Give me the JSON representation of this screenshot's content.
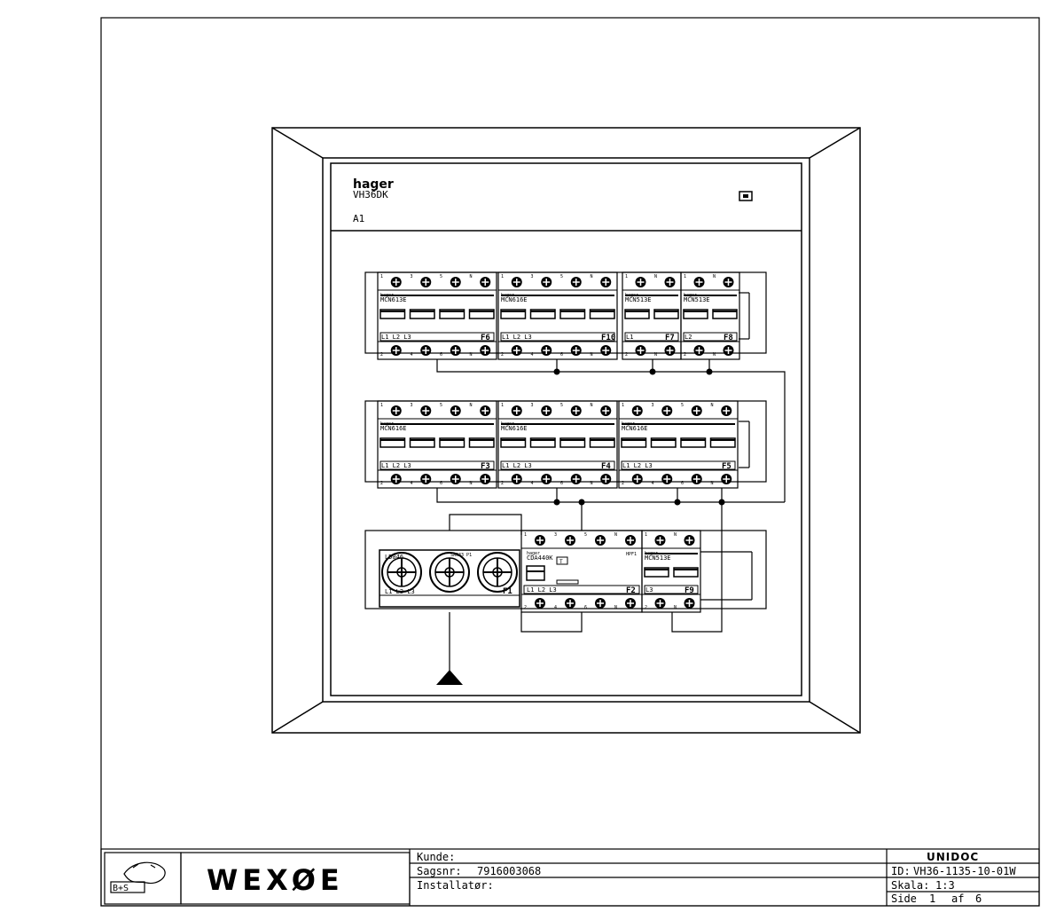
{
  "enclosure": {
    "brand": "hager",
    "model": "VH36DK",
    "position": "A1"
  },
  "rows": [
    [
      {
        "id": "F6",
        "brand": "hager",
        "model": "MCN613E",
        "phases": "L1 L2 L3",
        "terminals_top": [
          "1",
          "3",
          "5",
          "N"
        ],
        "terminals_bottom": [
          "2",
          "4",
          "6",
          "N"
        ]
      },
      {
        "id": "F10",
        "brand": "hager",
        "model": "MCN616E",
        "phases": "L1 L2 L3",
        "terminals_top": [
          "1",
          "3",
          "5",
          "N"
        ],
        "terminals_bottom": [
          "2",
          "4",
          "6",
          "N"
        ]
      },
      {
        "id": "F7",
        "brand": "hager",
        "model": "MCN513E",
        "phases": "L1",
        "terminals_top": [
          "1",
          "N"
        ],
        "terminals_bottom": [
          "2",
          "N"
        ]
      },
      {
        "id": "F8",
        "brand": "hager",
        "model": "MCN513E",
        "phases": "L2",
        "terminals_top": [
          "1",
          "N"
        ],
        "terminals_bottom": [
          "2",
          "N"
        ]
      }
    ],
    [
      {
        "id": "F3",
        "brand": "hager",
        "model": "MCN616E",
        "phases": "L1 L2 L3",
        "terminals_top": [
          "1",
          "3",
          "5",
          "N"
        ],
        "terminals_bottom": [
          "2",
          "4",
          "6",
          "N"
        ]
      },
      {
        "id": "F4",
        "brand": "hager",
        "model": "MCN616E",
        "phases": "L1 L2 L3",
        "terminals_top": [
          "1",
          "3",
          "5",
          "N"
        ],
        "terminals_bottom": [
          "2",
          "4",
          "6",
          "N"
        ]
      },
      {
        "id": "F5",
        "brand": "hager",
        "model": "MCN616E",
        "phases": "L1 L2 L3",
        "terminals_top": [
          "1",
          "3",
          "5",
          "N"
        ],
        "terminals_bottom": [
          "2",
          "4",
          "6",
          "N"
        ]
      }
    ]
  ],
  "bottom_row": {
    "main_switch": {
      "id": "F1",
      "model": "LD046",
      "tag": "SA633 P1",
      "phases": "L1 L2 L3"
    },
    "rcd": {
      "id": "F2",
      "brand": "hager",
      "model": "CDA440K",
      "tag": "HPF1",
      "test_key": "T",
      "phases": "L1 L2 L3",
      "terminals_top": [
        "1",
        "3",
        "5",
        "N"
      ],
      "terminals_bottom": [
        "2",
        "4",
        "6",
        "N"
      ]
    },
    "mcb": {
      "id": "F9",
      "brand": "hager",
      "model": "MCN513E",
      "phases": "L3",
      "terminals_top": [
        "1",
        "N"
      ],
      "terminals_bottom": [
        "2",
        "N"
      ]
    }
  },
  "title_block": {
    "company": "WEXØE",
    "logo_text": "B+S",
    "kunde_label": "Kunde:",
    "kunde_value": "",
    "sagsnr_label": "Sagsnr:",
    "sagsnr_value": "7916003068",
    "installator_label": "Installatør:",
    "installator_value": "",
    "software_logo": "UNIDOC",
    "id_label": "ID:",
    "id_value": "VH36-1135-10-01W",
    "skala_label": "Skala:",
    "skala_value": "1:3",
    "side_label": "Side",
    "side_value": "1",
    "af_label": "af",
    "af_value": "6"
  }
}
